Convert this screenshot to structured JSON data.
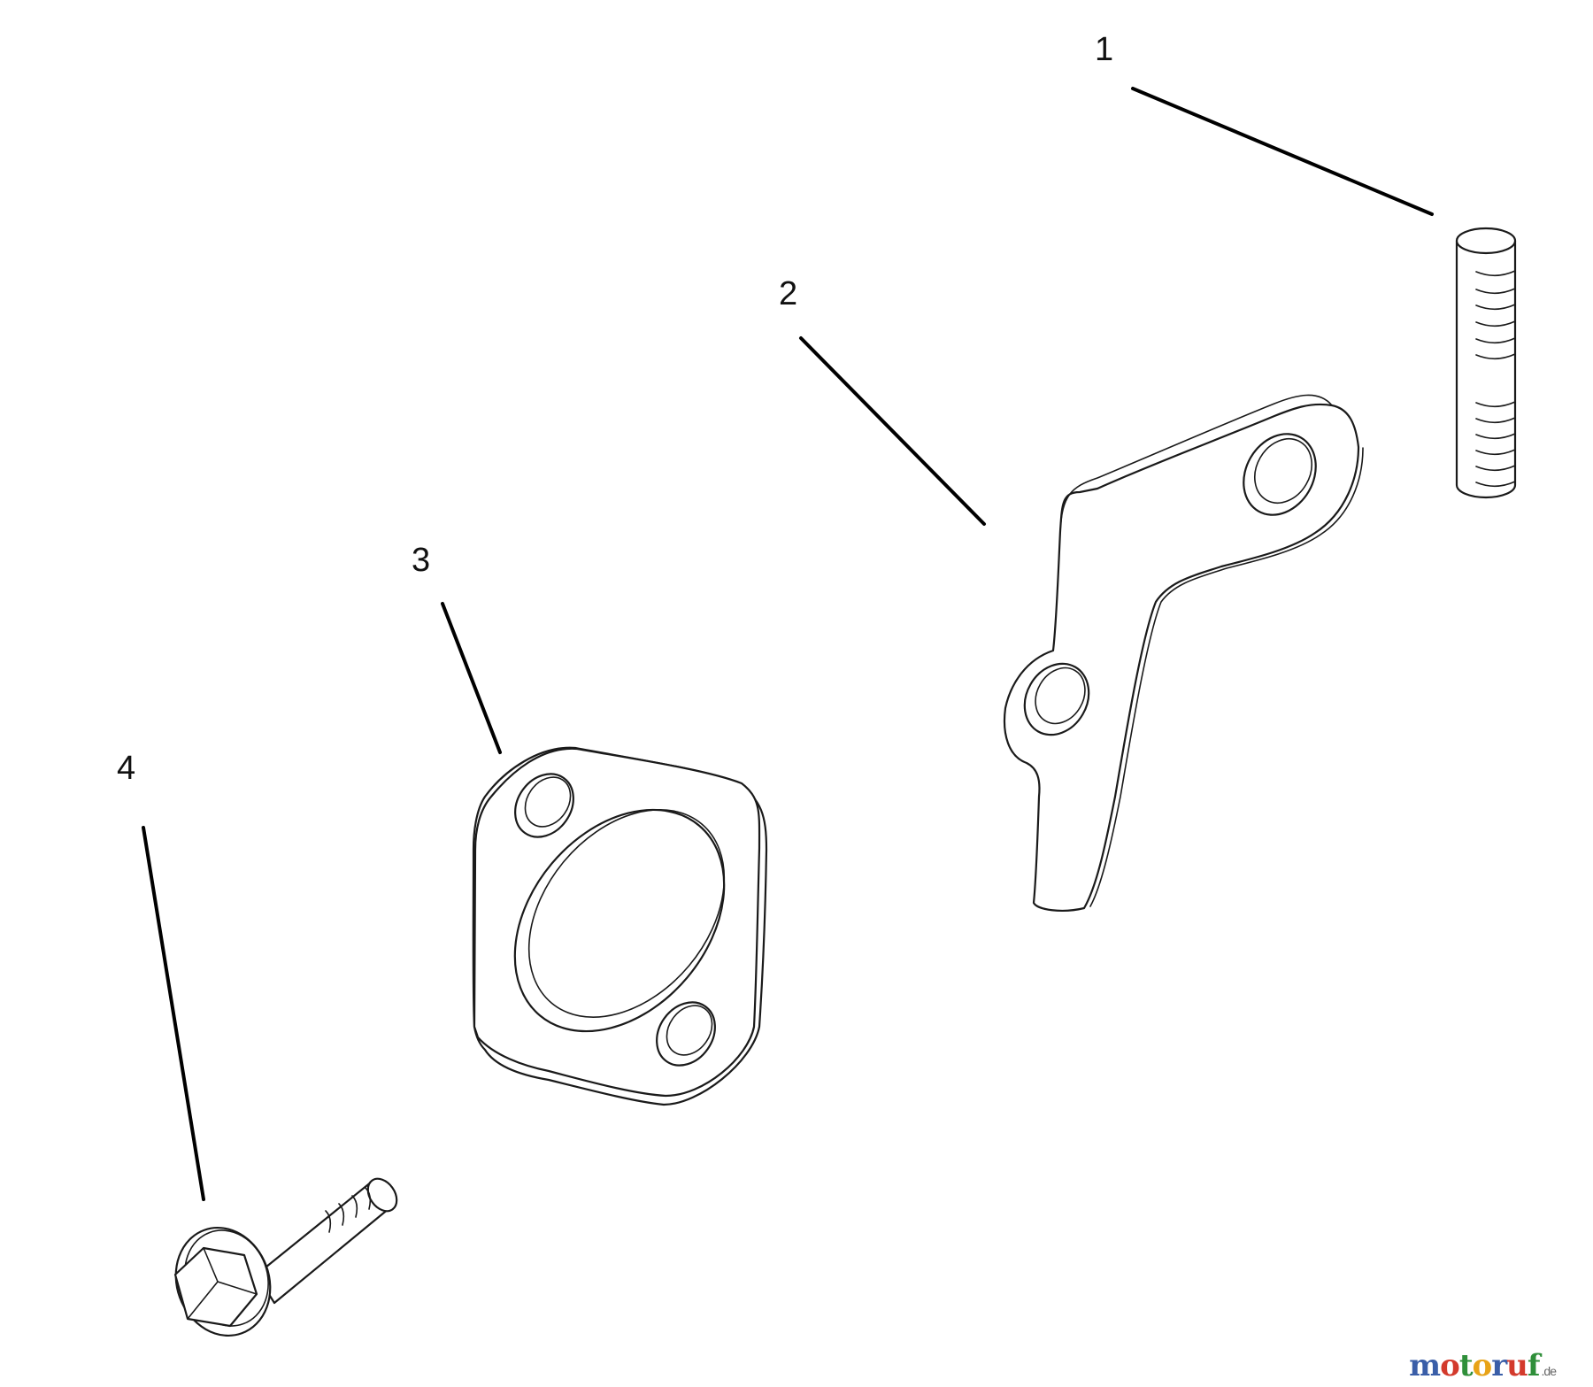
{
  "callouts": [
    {
      "id": "1",
      "label": "1"
    },
    {
      "id": "2",
      "label": "2"
    },
    {
      "id": "3",
      "label": "3"
    },
    {
      "id": "4",
      "label": "4"
    }
  ],
  "watermark": {
    "letters": [
      {
        "ch": "m",
        "color": "#3a5ea8"
      },
      {
        "ch": "o",
        "color": "#d33a2c"
      },
      {
        "ch": "t",
        "color": "#2f8f3a"
      },
      {
        "ch": "o",
        "color": "#e8a317"
      },
      {
        "ch": "r",
        "color": "#3a5ea8"
      },
      {
        "ch": "u",
        "color": "#d33a2c"
      },
      {
        "ch": "f",
        "color": "#2f8f3a"
      }
    ],
    "suffix": ".de"
  },
  "colors": {
    "line": "#000000",
    "background": "#ffffff"
  }
}
